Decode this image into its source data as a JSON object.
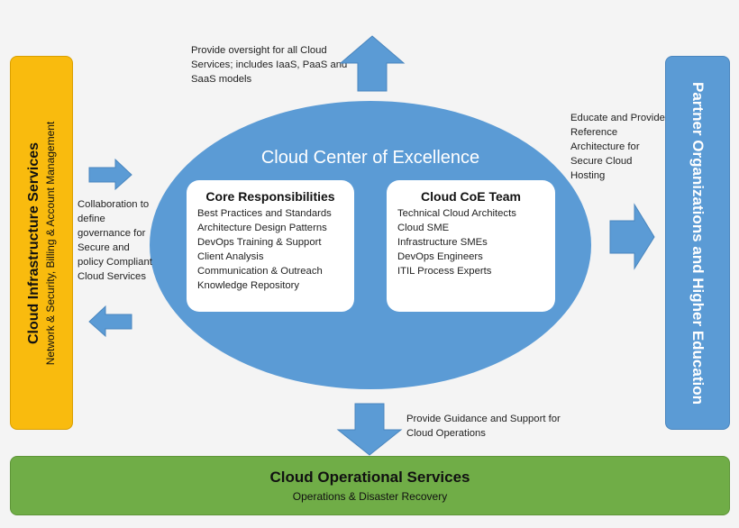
{
  "center": {
    "title": "Cloud Center of Excellence",
    "core": {
      "title": "Core Responsibilities",
      "items": [
        "Best Practices and Standards",
        "Architecture Design Patterns",
        "DevOps Training & Support",
        "Client Analysis",
        "Communication & Outreach",
        "Knowledge Repository"
      ]
    },
    "team": {
      "title": "Cloud CoE Team",
      "items": [
        "Technical Cloud Architects",
        "Cloud SME",
        "Infrastructure SMEs",
        "DevOps Engineers",
        "ITIL Process Experts"
      ]
    }
  },
  "left": {
    "title": "Cloud Infrastructure Services",
    "subtitle": "Network & Security, Billing & Account Management"
  },
  "right": {
    "title": "Partner Organizations and Higher Education"
  },
  "bottom": {
    "title": "Cloud Operational Services",
    "subtitle": "Operations & Disaster Recovery"
  },
  "notes": {
    "top": "Provide oversight for all Cloud Services; includes IaaS, PaaS and SaaS models",
    "left": "Collaboration to define governance for Secure and policy Compliant Cloud Services",
    "right": "Educate and Provide Reference Architecture for Secure Cloud Hosting",
    "bottom": "Provide Guidance and Support for Cloud Operations"
  },
  "colors": {
    "blue": "#5b9bd5",
    "gold": "#f9bb0e",
    "green": "#70ad47"
  }
}
